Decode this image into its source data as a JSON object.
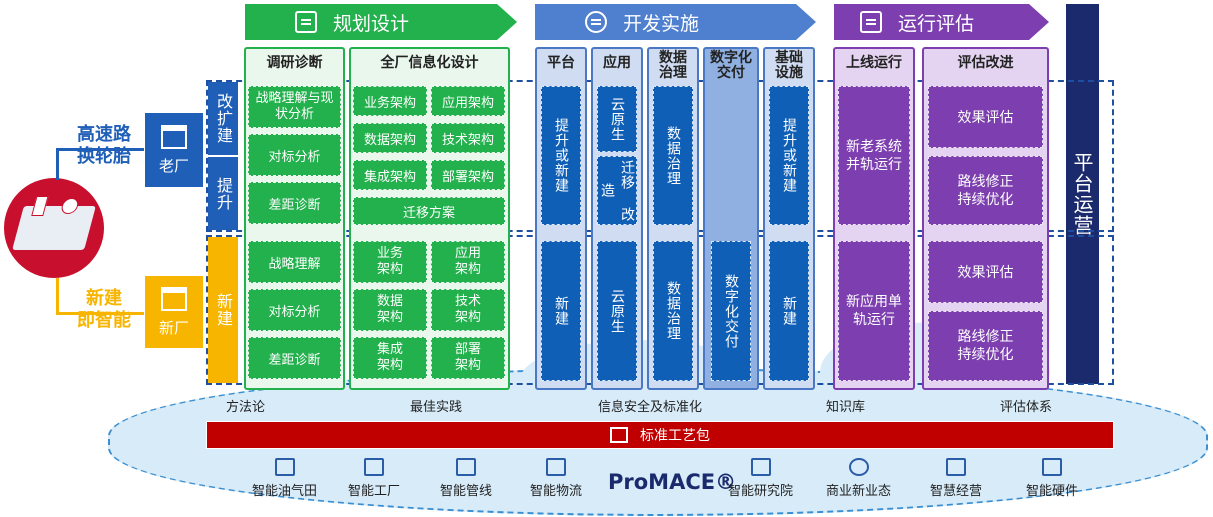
{
  "phases": {
    "plan": "规划设计",
    "dev": "开发实施",
    "run": "运行评估"
  },
  "platform_ops": "平台运营",
  "left": {
    "old_title": "高速路\n换轮胎",
    "new_title": "新建\n即智能",
    "old_plant": "老厂",
    "new_plant": "新厂",
    "expand": "改扩建",
    "upgrade": "提升",
    "build": "新建"
  },
  "research": {
    "header": "调研诊断",
    "old_items": [
      "战略理解与现状分析",
      "对标分析",
      "差距诊断"
    ],
    "new_items": [
      "战略理解",
      "对标分析",
      "差距诊断"
    ]
  },
  "design": {
    "header": "全厂信息化设计",
    "old_items": [
      "业务架构",
      "应用架构",
      "数据架构",
      "技术架构",
      "集成架构",
      "部署架构"
    ],
    "migration": "迁移方案",
    "new_items": [
      "业务架构",
      "应用架构",
      "数据架构",
      "技术架构",
      "集成架构",
      "部署架构"
    ]
  },
  "dev_cols": [
    {
      "header": "平台",
      "old": "提升或新建",
      "new": "新建"
    },
    {
      "header": "应用",
      "old_top": "云原生",
      "old_bottom": "迁移 改造",
      "new": "云原生"
    },
    {
      "header": "数据治理",
      "old": "数据治理",
      "new": "数据治理"
    },
    {
      "header": "数字化交付",
      "old": "",
      "new": "数字化交付"
    },
    {
      "header": "基础设施",
      "old": "提升或新建",
      "new": "新建"
    }
  ],
  "run_col": {
    "header": "上线运行",
    "old": "新老系统并轨运行",
    "new": "新应用单轨运行"
  },
  "eval_col": {
    "header": "评估改进",
    "old_items": [
      "效果评估",
      "路线修正持续优化"
    ],
    "new_items": [
      "效果评估",
      "路线修正持续优化"
    ]
  },
  "bottom_labels": {
    "method": "方法论",
    "best": "最佳实践",
    "security": "信息安全及标准化",
    "knowledge": "知识库",
    "eval_sys": "评估体系"
  },
  "standard_pack": "标准工艺包",
  "brand": "ProMACE®",
  "industries_left": [
    "智能油气田",
    "智能工厂",
    "智能管线",
    "智能物流"
  ],
  "industries_right": [
    "智能研究院",
    "商业新业态",
    "智慧经营",
    "智能硬件"
  ],
  "colors": {
    "green": "#22b14c",
    "blue": "#0f5fb6",
    "purple": "#7d3fb0",
    "navy": "#1a2a6c",
    "yellow": "#f7b500",
    "red": "#c00000"
  }
}
